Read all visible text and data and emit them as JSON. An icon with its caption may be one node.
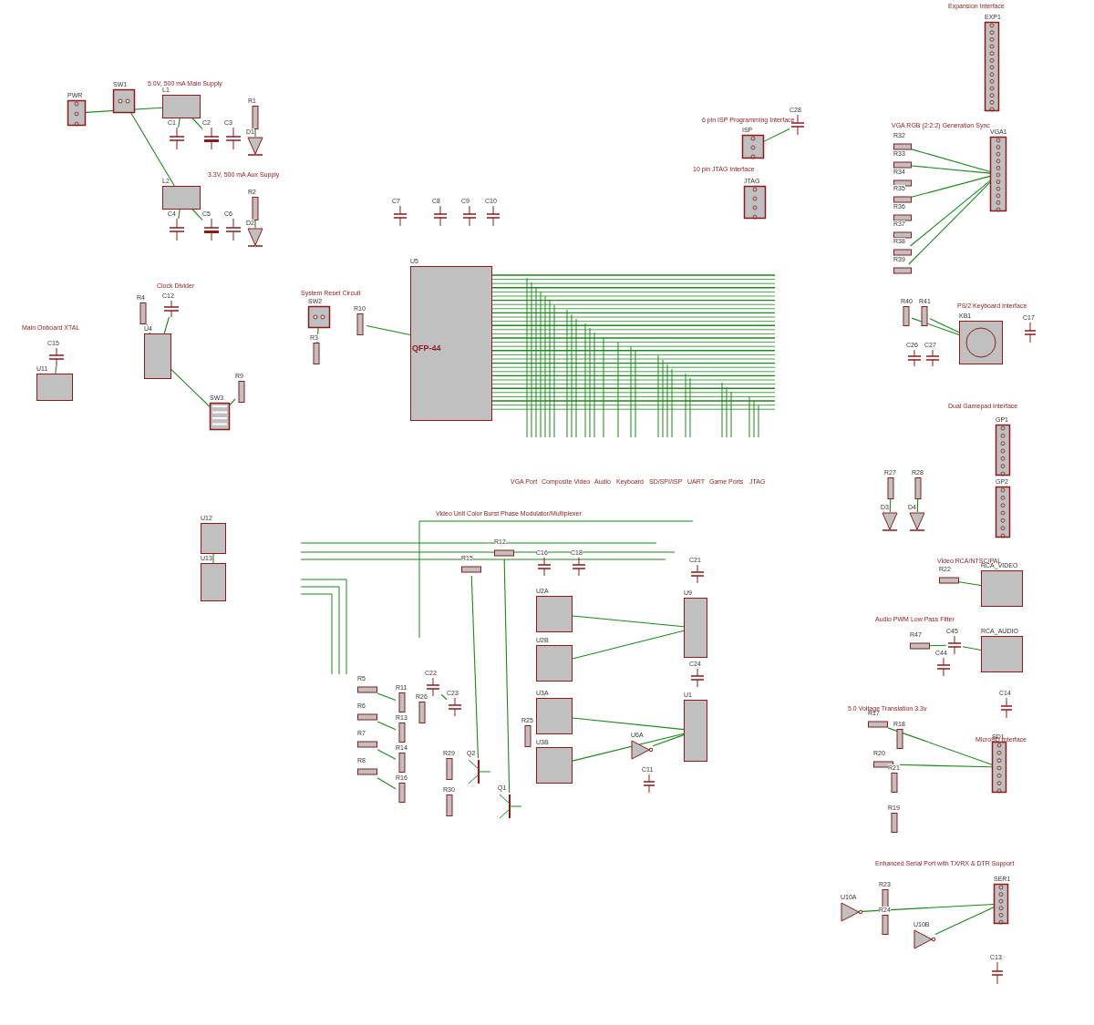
{
  "diagram": {
    "nodes": [
      {
        "text": [
          "PWR"
        ]
      },
      {
        "text": [
          "SW1"
        ]
      },
      {
        "text": [
          "L1"
        ]
      },
      {
        "text": [
          "C1"
        ]
      },
      {
        "text": [
          "C2"
        ]
      },
      {
        "text": [
          "C3"
        ]
      },
      {
        "text": [
          "R1"
        ]
      },
      {
        "text": [
          "D1"
        ]
      },
      {
        "text": [
          "L2"
        ]
      },
      {
        "text": [
          "C4"
        ]
      },
      {
        "text": [
          "C5"
        ]
      },
      {
        "text": [
          "C6"
        ]
      },
      {
        "text": [
          "R2"
        ]
      },
      {
        "text": [
          "D2"
        ]
      },
      {
        "text": [
          "U11"
        ]
      },
      {
        "text": [
          "C15"
        ]
      },
      {
        "text": [
          "R4"
        ]
      },
      {
        "text": [
          "C12"
        ]
      },
      {
        "text": [
          "U4"
        ]
      },
      {
        "text": [
          "SW3"
        ]
      },
      {
        "text": [
          "R9"
        ]
      },
      {
        "text": [
          "SW2"
        ]
      },
      {
        "text": [
          "R3"
        ]
      },
      {
        "text": [
          "R10"
        ]
      },
      {
        "text": [
          "U5",
          "QFP-44"
        ]
      },
      {
        "text": [
          "C7"
        ]
      },
      {
        "text": [
          "C8"
        ]
      },
      {
        "text": [
          "C9"
        ]
      },
      {
        "text": [
          "C10"
        ]
      },
      {
        "text": [
          "ISP"
        ]
      },
      {
        "text": [
          "C28"
        ]
      },
      {
        "text": [
          "JTAG"
        ]
      },
      {
        "text": [
          "EXP1"
        ]
      },
      {
        "text": [
          "R32"
        ]
      },
      {
        "text": [
          "R33"
        ]
      },
      {
        "text": [
          "R34"
        ]
      },
      {
        "text": [
          "R35"
        ]
      },
      {
        "text": [
          "R36"
        ]
      },
      {
        "text": [
          "R37"
        ]
      },
      {
        "text": [
          "R38"
        ]
      },
      {
        "text": [
          "R39"
        ]
      },
      {
        "text": [
          "VGA1"
        ]
      },
      {
        "text": [
          "R40"
        ]
      },
      {
        "text": [
          "R41"
        ]
      },
      {
        "text": [
          "KB1"
        ]
      },
      {
        "text": [
          "C26"
        ]
      },
      {
        "text": [
          "C27"
        ]
      },
      {
        "text": [
          "C17"
        ]
      },
      {
        "text": [
          "GP1"
        ]
      },
      {
        "text": [
          "GP2"
        ]
      },
      {
        "text": [
          "R27"
        ]
      },
      {
        "text": [
          "D3"
        ]
      },
      {
        "text": [
          "R28"
        ]
      },
      {
        "text": [
          "D4"
        ]
      },
      {
        "text": [
          "R22"
        ]
      },
      {
        "text": [
          "RCA_VIDEO"
        ]
      },
      {
        "text": [
          "R47"
        ]
      },
      {
        "text": [
          "C45"
        ]
      },
      {
        "text": [
          "C44"
        ]
      },
      {
        "text": [
          "RCA_AUDIO"
        ]
      },
      {
        "text": [
          "C14"
        ]
      },
      {
        "text": [
          "R17"
        ]
      },
      {
        "text": [
          "R18"
        ]
      },
      {
        "text": [
          "R20"
        ]
      },
      {
        "text": [
          "R21"
        ]
      },
      {
        "text": [
          "R19"
        ]
      },
      {
        "text": [
          "SD1"
        ]
      },
      {
        "text": [
          "U10A"
        ]
      },
      {
        "text": [
          "R23"
        ]
      },
      {
        "text": [
          "R24"
        ]
      },
      {
        "text": [
          "U10B"
        ]
      },
      {
        "text": [
          "SER1"
        ]
      },
      {
        "text": [
          "C13"
        ]
      },
      {
        "text": [
          "U12"
        ]
      },
      {
        "text": [
          "U13"
        ]
      },
      {
        "text": [
          "R5"
        ]
      },
      {
        "text": [
          "R6"
        ]
      },
      {
        "text": [
          "R7"
        ]
      },
      {
        "text": [
          "R8"
        ]
      },
      {
        "text": [
          "R11"
        ]
      },
      {
        "text": [
          "R13"
        ]
      },
      {
        "text": [
          "R14"
        ]
      },
      {
        "text": [
          "R16"
        ]
      },
      {
        "text": [
          "R26"
        ]
      },
      {
        "text": [
          "C22"
        ]
      },
      {
        "text": [
          "C23"
        ]
      },
      {
        "text": [
          "R12"
        ]
      },
      {
        "text": [
          "R15"
        ]
      },
      {
        "text": [
          "R25"
        ]
      },
      {
        "text": [
          "Q2"
        ]
      },
      {
        "text": [
          "Q1"
        ]
      },
      {
        "text": [
          "R29"
        ]
      },
      {
        "text": [
          "R30"
        ]
      },
      {
        "text": [
          "C16"
        ]
      },
      {
        "text": [
          "C18"
        ]
      },
      {
        "text": [
          "U2A"
        ]
      },
      {
        "text": [
          "U2B"
        ]
      },
      {
        "text": [
          "U3A"
        ]
      },
      {
        "text": [
          "U3B"
        ]
      },
      {
        "text": [
          "C21"
        ]
      },
      {
        "text": [
          "U9"
        ]
      },
      {
        "text": [
          "C24"
        ]
      },
      {
        "text": [
          "U1"
        ]
      },
      {
        "text": [
          "U6A"
        ]
      },
      {
        "text": [
          "C11"
        ]
      }
    ],
    "edges": [
      {
        "from": 0,
        "to": 2,
        "arrow": "none"
      },
      {
        "from": 1,
        "to": 8,
        "arrow": "none"
      },
      {
        "from": 2,
        "to": 4,
        "arrow": "none"
      },
      {
        "from": 2,
        "to": 3,
        "arrow": "none"
      },
      {
        "from": 8,
        "to": 10,
        "arrow": "none"
      },
      {
        "from": 8,
        "to": 9,
        "arrow": "none"
      },
      {
        "from": 6,
        "to": 7,
        "arrow": "none"
      },
      {
        "from": 12,
        "to": 13,
        "arrow": "none"
      },
      {
        "from": 16,
        "to": 18,
        "arrow": "none"
      },
      {
        "from": 17,
        "to": 18,
        "arrow": "none"
      },
      {
        "from": 18,
        "to": 19,
        "arrow": "none"
      },
      {
        "from": 20,
        "to": 19,
        "arrow": "none"
      },
      {
        "from": 15,
        "to": 14,
        "arrow": "none"
      },
      {
        "from": 21,
        "to": 22,
        "arrow": "none"
      },
      {
        "from": 23,
        "to": 24,
        "arrow": "none"
      },
      {
        "from": 29,
        "to": 30,
        "arrow": "none"
      },
      {
        "from": 33,
        "to": 41,
        "arrow": "none"
      },
      {
        "from": 34,
        "to": 41,
        "arrow": "none"
      },
      {
        "from": 36,
        "to": 41,
        "arrow": "none"
      },
      {
        "from": 39,
        "to": 41,
        "arrow": "none"
      },
      {
        "from": 40,
        "to": 41,
        "arrow": "none"
      },
      {
        "from": 42,
        "to": 44,
        "arrow": "none"
      },
      {
        "from": 43,
        "to": 44,
        "arrow": "none"
      },
      {
        "from": 50,
        "to": 51,
        "arrow": "none"
      },
      {
        "from": 52,
        "to": 53,
        "arrow": "none"
      },
      {
        "from": 54,
        "to": 55,
        "arrow": "none"
      },
      {
        "from": 56,
        "to": 57,
        "arrow": "none"
      },
      {
        "from": 57,
        "to": 59,
        "arrow": "none"
      },
      {
        "from": 61,
        "to": 66,
        "arrow": "none"
      },
      {
        "from": 63,
        "to": 66,
        "arrow": "none"
      },
      {
        "from": 67,
        "to": 71,
        "arrow": "none"
      },
      {
        "from": 70,
        "to": 71,
        "arrow": "none"
      },
      {
        "from": 75,
        "to": 79,
        "arrow": "none"
      },
      {
        "from": 76,
        "to": 80,
        "arrow": "none"
      },
      {
        "from": 77,
        "to": 81,
        "arrow": "none"
      },
      {
        "from": 78,
        "to": 82,
        "arrow": "none"
      },
      {
        "from": 84,
        "to": 85,
        "arrow": "none"
      },
      {
        "from": 86,
        "to": 90,
        "arrow": "none"
      },
      {
        "from": 87,
        "to": 89,
        "arrow": "none"
      },
      {
        "from": 95,
        "to": 100,
        "arrow": "none"
      },
      {
        "from": 96,
        "to": 100,
        "arrow": "none"
      },
      {
        "from": 97,
        "to": 102,
        "arrow": "none"
      },
      {
        "from": 98,
        "to": 102,
        "arrow": "none"
      },
      {
        "from": 103,
        "to": 102,
        "arrow": "none"
      },
      {
        "from": 73,
        "to": 74,
        "arrow": "none"
      }
    ],
    "labels": [
      "5.0V, 500 mA Main Supply",
      "3.3V, 500 mA Aux Supply",
      "Clock Divider",
      "Main Onboard XTAL",
      "System Reset Circuit",
      "Expansion Interface",
      "6 pin ISP Programming Interface",
      "10 pin JTAG Interface",
      "VGA RGB (2:2:2) Generation Sync",
      "PS/2 Keyboard Interface",
      "Dual Gamepad Interface",
      "Video RCA/NTSC/PAL",
      "Audio PWM Low Pass Filter",
      "5.0 Voltage Translation 3.3v",
      "MicroSD Interface",
      "Enhanced Serial Port with TX/RX & DTR Support",
      "Video Unit Color Burst Phase Modulator/Multiplexer",
      "VGA Port",
      "Composite Video",
      "Audio",
      "Keyboard",
      "SD/SPI/ISP",
      "UART",
      "Game Ports",
      "JTAG"
    ]
  }
}
